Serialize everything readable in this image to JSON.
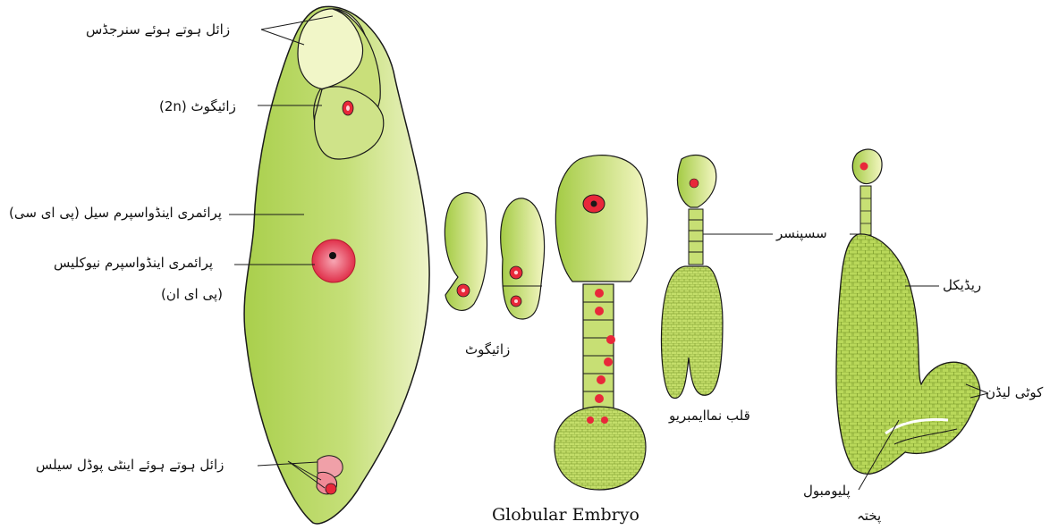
{
  "labels": {
    "synergids": "زائل ہوتے ہوئے سنرجڈس",
    "zygote_2n": "زائیگوٹ (2n)",
    "pec": "پرائمری اینڈواسپرم سیل (پی ای سی)",
    "pen_line1": "پرائمری اینڈواسپرم نیوکلیس",
    "pen_line2": "(پی ای ان)",
    "antipodals": "زائل ہوتے ہوئے اینٹی پوڈل سیلس",
    "zygote": "زائیگوٹ",
    "globular": "Globular Embryo",
    "heart": "قلب نماایمبریو",
    "suspensor": "سسپنسر",
    "radicle": "ریڈیکل",
    "cotyledon": "کوٹی لیڈن",
    "plumule": "پلیومبول",
    "mature": "پختہ"
  },
  "colors": {
    "cell_fill": "#b7d85c",
    "cell_fill_light": "#e2efad",
    "nucleus": "#e8283a",
    "outline": "#1a1a1a",
    "tissue_dark": "#9bbf3e"
  }
}
